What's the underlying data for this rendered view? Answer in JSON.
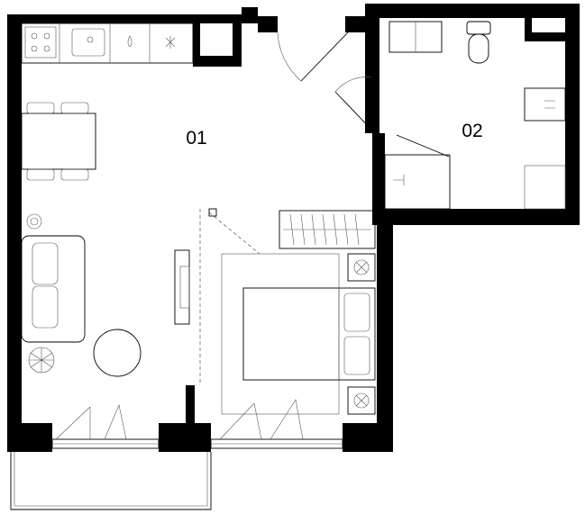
{
  "rooms": [
    {
      "id": "01",
      "label": "01"
    },
    {
      "id": "02",
      "label": "02"
    }
  ],
  "colors": {
    "wall": "#000000",
    "line": "#555555",
    "background": "#ffffff"
  },
  "icons": [
    "door-swing-icon",
    "window-icon",
    "sink-icon",
    "toilet-icon",
    "stove-icon",
    "plant-icon",
    "lamp-icon"
  ]
}
